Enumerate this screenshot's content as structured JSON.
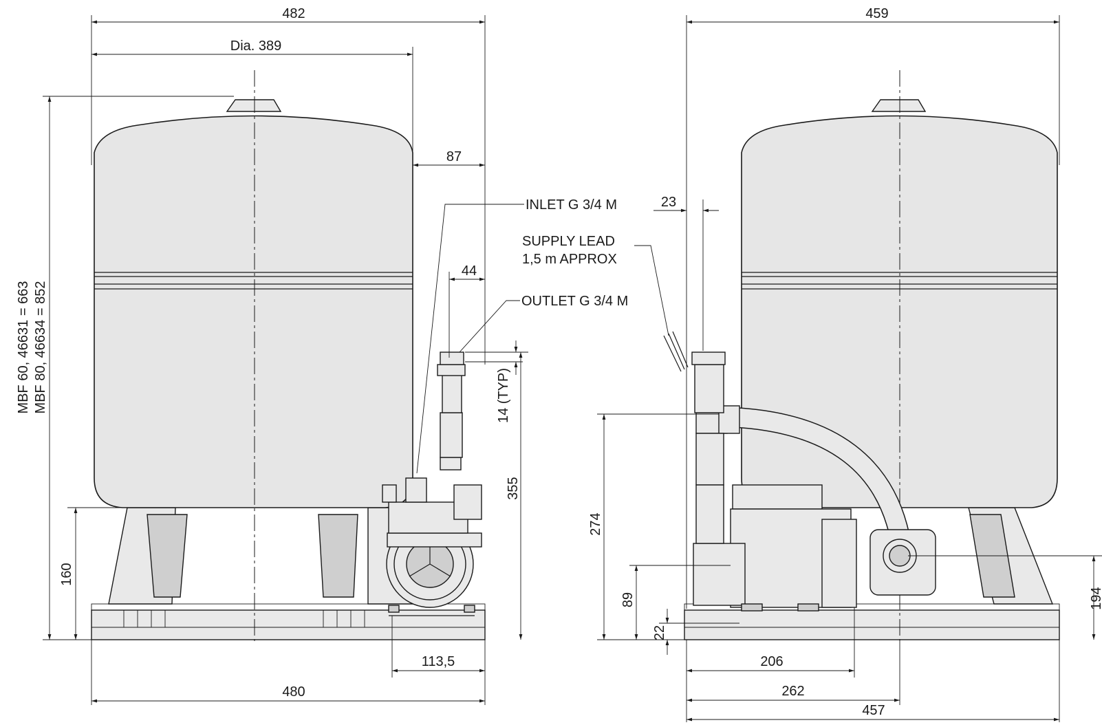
{
  "front_view": {
    "dims": {
      "overall_width": "482",
      "tank_dia": "Dia. 389",
      "offset_87": "87",
      "offset_44": "44",
      "typ_14": "14 (TYP)",
      "height_355": "355",
      "height_160": "160",
      "base_480": "480",
      "base_113_5": "113,5"
    },
    "height_labels": {
      "mbf60": "MBF 60, 46631 = 663",
      "mbf80": "MBF 80, 46634 = 852"
    },
    "callouts": {
      "inlet": "INLET G 3/4 M",
      "outlet": "OUTLET G 3/4 M"
    }
  },
  "side_view": {
    "dims": {
      "overall_width": "459",
      "offset_23": "23",
      "height_274": "274",
      "height_89": "89",
      "height_22": "22",
      "base_206": "206",
      "base_262": "262",
      "base_457": "457",
      "height_194": "194"
    },
    "callouts": {
      "supply_lead_1": "SUPPLY LEAD",
      "supply_lead_2": "1,5 m APPROX"
    }
  }
}
